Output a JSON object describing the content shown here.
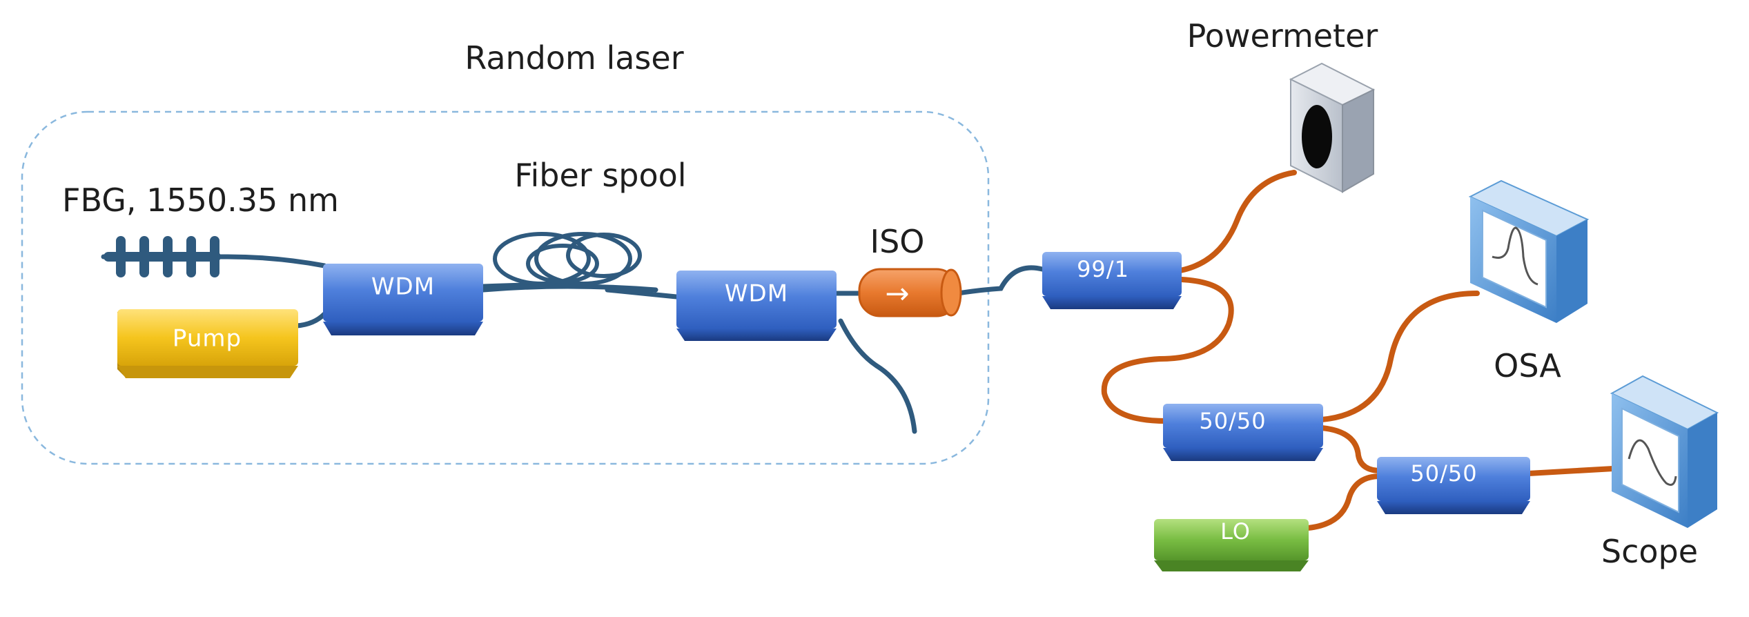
{
  "labels": {
    "random_laser": "Random laser",
    "fbg": "FBG, 1550.35 nm",
    "fiber_spool": "Fiber spool",
    "iso": "ISO",
    "powermeter": "Powermeter",
    "osa": "OSA",
    "scope": "Scope"
  },
  "components": {
    "wdm_1": "WDM",
    "wdm_2": "WDM",
    "pump": "Pump",
    "coupler_99_1": "99/1",
    "coupler_50_50_a": "50/50",
    "coupler_50_50_b": "50/50",
    "lo": "LO",
    "iso_arrow": "→"
  },
  "colors": {
    "blue_box": "#3f72d6",
    "blue_fiber": "#2f5a7e",
    "orange_fiber": "#c85a12",
    "pump_yellow": "#f2c21a",
    "lo_green": "#74b83e",
    "iso_orange": "#e8792e",
    "dashed_border": "#8ab8de",
    "instrument_blue": "#5b9bd5"
  }
}
